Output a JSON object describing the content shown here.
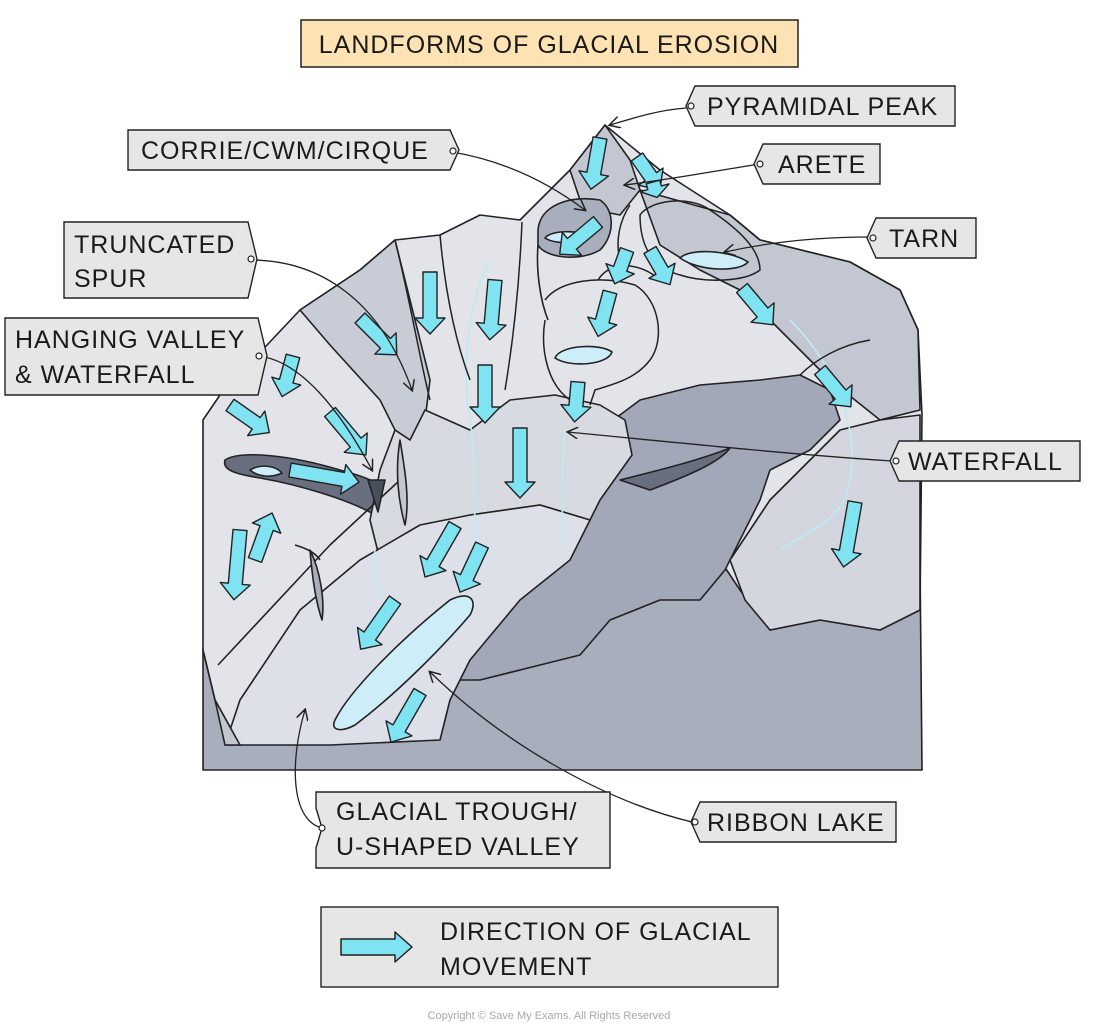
{
  "title": "LANDFORMS OF GLACIAL EROSION",
  "labels": {
    "pyramidal_peak": "PYRAMIDAL PEAK",
    "corrie": "CORRIE/CWM/CIRQUE",
    "arete": "ARETE",
    "tarn": "TARN",
    "truncated_spur_1": "TRUNCATED",
    "truncated_spur_2": "SPUR",
    "hanging_valley_1": "HANGING VALLEY",
    "hanging_valley_2": "& WATERFALL",
    "waterfall": "WATERFALL",
    "glacial_trough_1": "GLACIAL TROUGH/",
    "glacial_trough_2": "U-SHAPED VALLEY",
    "ribbon_lake": "RIBBON LAKE"
  },
  "legend": {
    "line1": "DIRECTION OF GLACIAL",
    "line2": "MOVEMENT"
  },
  "copyright": "Copyright © Save My Exams. All Rights Reserved",
  "colors": {
    "title_fill": "#fde3b3",
    "label_fill": "#e6e6e6",
    "arrow_fill": "#7fe3f2",
    "water_fill": "#cdeef8",
    "base_dark": "#a9aebd",
    "slope_light": "#e2e4ea",
    "slope_mid": "#c3c7d2",
    "shadow_dark": "#6a6f80",
    "outline": "#222222"
  }
}
